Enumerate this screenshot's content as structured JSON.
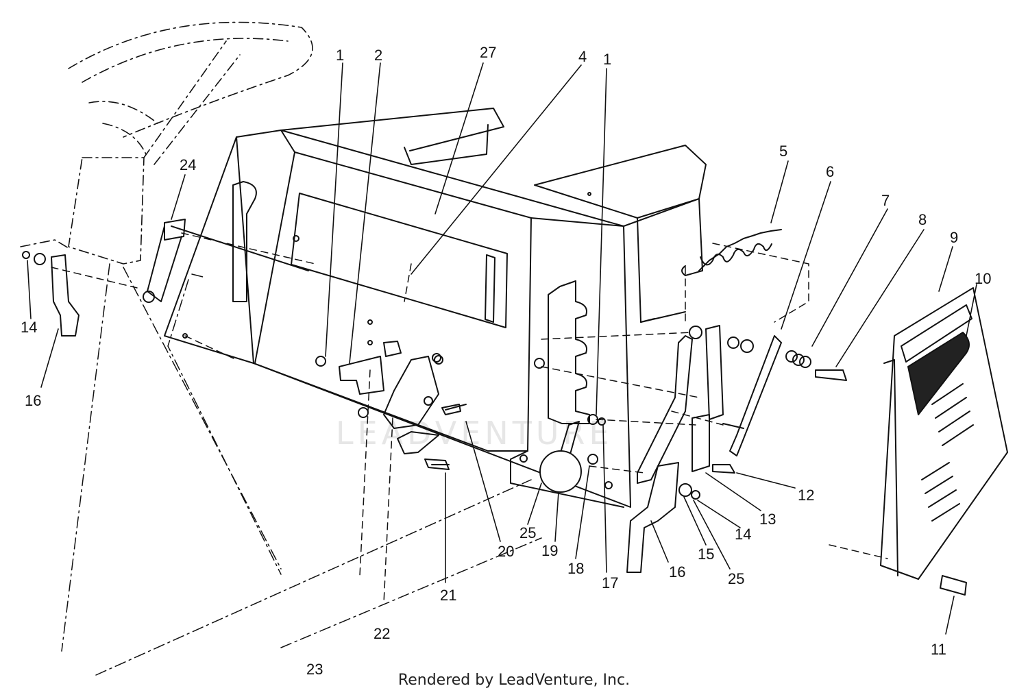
{
  "watermark": "LEADVENTURE",
  "footer": "Rendered by LeadVenture, Inc.",
  "callouts": [
    "1",
    "2",
    "27",
    "4",
    "1",
    "24",
    "5",
    "6",
    "7",
    "8",
    "9",
    "10",
    "14",
    "16",
    "12",
    "13",
    "14",
    "25",
    "19",
    "18",
    "17",
    "16",
    "15",
    "25",
    "20",
    "21",
    "22",
    "23",
    "11"
  ]
}
